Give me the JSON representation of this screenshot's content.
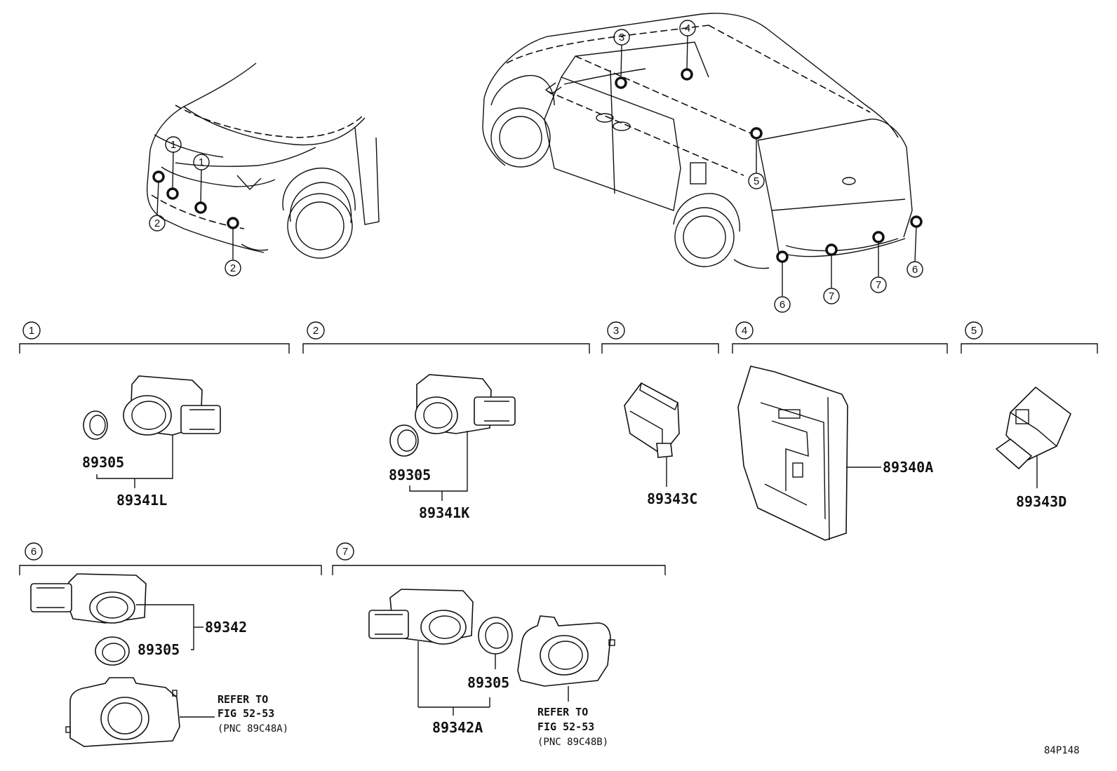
{
  "diagram_id": "84P148",
  "accent_color": "#111111",
  "callouts": [
    "1",
    "2",
    "3",
    "4",
    "5",
    "6",
    "7"
  ],
  "groups": [
    {
      "key": "1",
      "parts": [
        "89305",
        "89341L"
      ]
    },
    {
      "key": "2",
      "parts": [
        "89305",
        "89341K"
      ]
    },
    {
      "key": "3",
      "parts": [
        "89343C"
      ]
    },
    {
      "key": "4",
      "parts": [
        "89340A"
      ]
    },
    {
      "key": "5",
      "parts": [
        "89343D"
      ]
    },
    {
      "key": "6",
      "parts": [
        "89342",
        "89305"
      ]
    },
    {
      "key": "7",
      "parts": [
        "89305",
        "89342A"
      ]
    }
  ],
  "refer_a": {
    "line1": "REFER TO",
    "line2": "FIG 52-53",
    "line3": "(PNC 89C48A)"
  },
  "refer_b": {
    "line1": "REFER TO",
    "line2": "FIG 52-53",
    "line3": "(PNC 89C48B)"
  }
}
